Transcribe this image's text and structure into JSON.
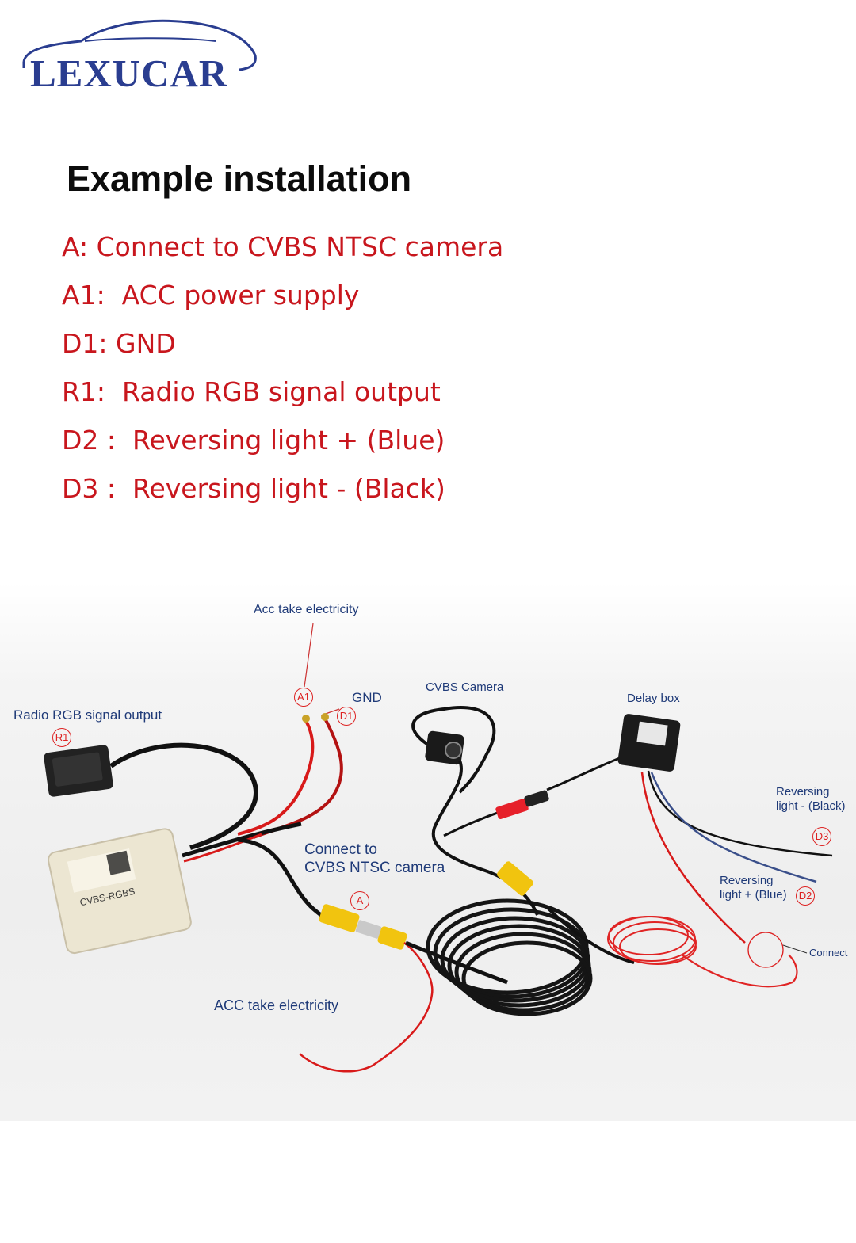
{
  "brand": {
    "logo_text": "LEXUCAR",
    "color": "#2a3d90"
  },
  "title": "Example installation",
  "legend_color": "#c8161d",
  "legend": [
    "A: Connect to CVBS NTSC camera",
    "A1:  ACC power supply",
    "D1: GND",
    "R1:  Radio RGB signal output",
    "D2 :  Reversing light + (Blue)",
    "D3 :  Reversing light - (Black)"
  ],
  "diagram": {
    "acc_top_label": "Acc take electricity",
    "gnd_label": "GND",
    "cvbs_camera_label": "CVBS Camera",
    "delay_box_label": "Delay box",
    "radio_label": "Radio RGB signal output",
    "connect_cvbs_label": "Connect to\nCVBS NTSC camera",
    "reversing_black_label": "Reversing\nlight - (Black)",
    "reversing_blue_label": "Reversing\nlight + (Blue)",
    "connect_label": "Connect",
    "acc_bottom_label": "ACC take electricity",
    "module_label": "CVBS-RGBS",
    "badges": {
      "a1": "A1",
      "d1": "D1",
      "r1": "R1",
      "a": "A",
      "d3": "D3",
      "d2": "D2"
    }
  }
}
